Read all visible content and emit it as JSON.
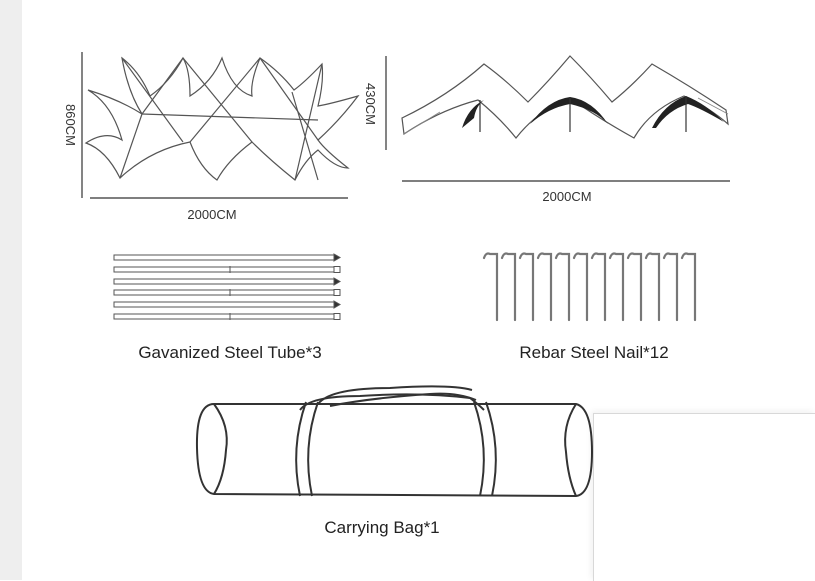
{
  "top_view": {
    "width_label": "2000CM",
    "height_label": "860CM"
  },
  "side_view": {
    "width_label": "2000CM",
    "height_label": "430CM"
  },
  "components": {
    "tube_caption": "Gavanized Steel Tube*3",
    "nail_caption": "Rebar Steel Nail*12",
    "bag_caption": "Carrying Bag*1"
  },
  "colors": {
    "line": "#555555",
    "dark_fill": "#222222"
  }
}
